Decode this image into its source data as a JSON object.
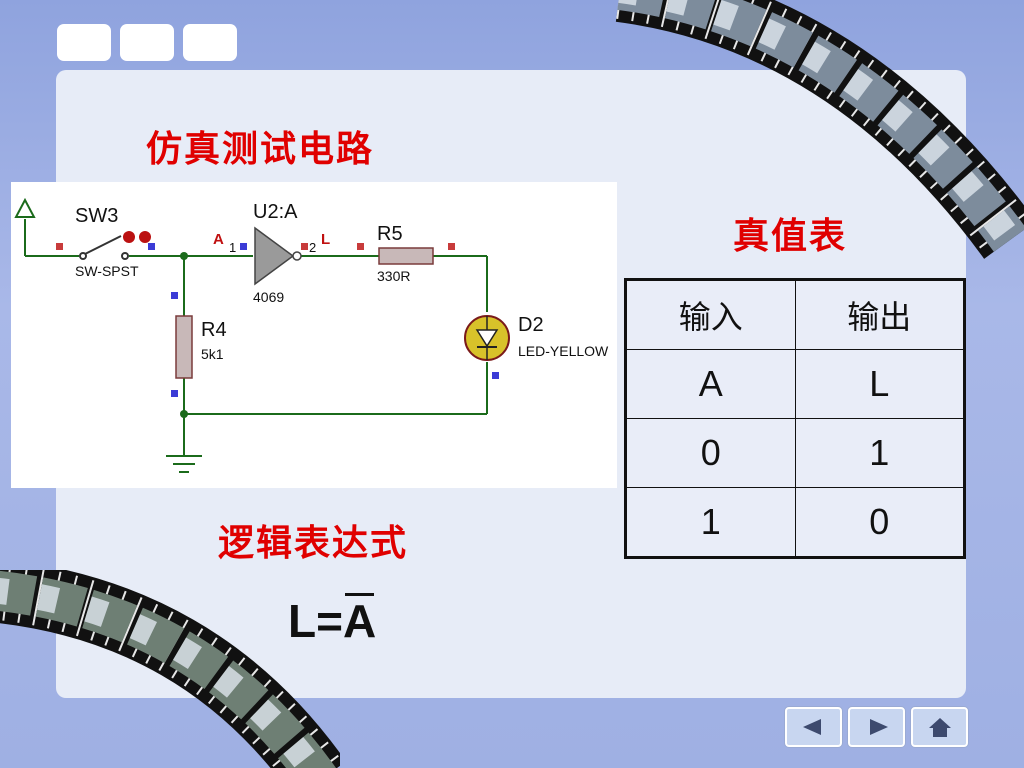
{
  "slide": {
    "title_circuit": "仿真测试电路",
    "title_truth_table": "真值表",
    "title_logic_expr": "逻辑表达式",
    "expression_prefix": "L=",
    "expression_var": "A"
  },
  "circuit": {
    "sw_name": "SW3",
    "sw_type": "SW-SPST",
    "ic_name": "U2:A",
    "ic_part": "4069",
    "pin_in": "1",
    "pin_out": "2",
    "net_in": "A",
    "net_out": "L",
    "r5_name": "R5",
    "r5_value": "330R",
    "r4_name": "R4",
    "r4_value": "5k1",
    "d2_name": "D2",
    "d2_type": "LED-YELLOW"
  },
  "truth_table": {
    "headers": [
      "输入",
      "输出"
    ],
    "rows": [
      [
        "A",
        "L"
      ],
      [
        "0",
        "1"
      ],
      [
        "1",
        "0"
      ]
    ]
  },
  "nav": {
    "prev_icon": "left-arrow-icon",
    "next_icon": "right-arrow-icon",
    "home_icon": "home-icon"
  }
}
